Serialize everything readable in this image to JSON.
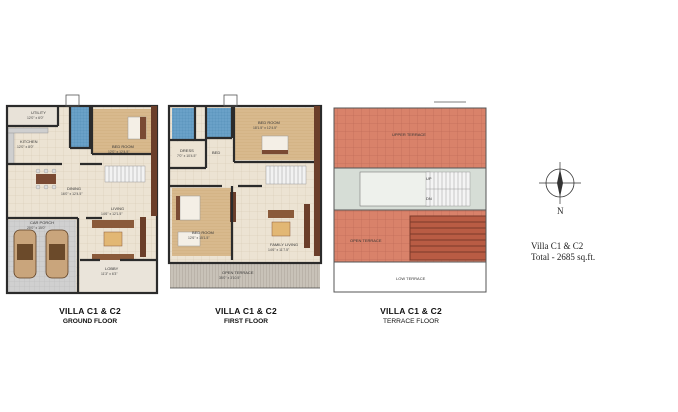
{
  "plans": {
    "ground": {
      "title": "VILLA  C1 & C2",
      "subtitle": "GROUND FLOOR",
      "rooms": {
        "utility": "UTILITY",
        "utility_dim": "12'0\" x 6'0\"",
        "kitchen": "KITCHEN",
        "kitchen_dim": "12'0\" x 8'0\"",
        "bedroom": "BED ROOM",
        "bedroom_dim": "12'0\" x 12'4.5\"",
        "dining": "DINING",
        "dining_dim": "16'0\" x 12'4.5\"",
        "living": "LIVING",
        "living_dim": "14'6\" x 12'1.5\"",
        "carporch": "CAR PORCH",
        "carporch_dim": "20'0\" x 15'0\"",
        "lobby": "LOBBY",
        "lobby_dim": "11'3\" x 6'3\""
      }
    },
    "first": {
      "title": "VILLA C1 & C2",
      "subtitle": "FIRST   FLOOR",
      "rooms": {
        "bedroom_top": "BED ROOM",
        "bedroom_top_dim": "18'1.5\" x 12'4.5\"",
        "bed": "BED",
        "dress": "DRESS",
        "dress_dim": "7'0\" x 10'4.5\"",
        "bedroom_left": "BED ROOM",
        "bedroom_left_dim": "12'6\" x 15'1.5\"",
        "family_living": "FAMILY LIVING",
        "family_living_dim": "14'6\" x 11'7.5\"",
        "open_terrace": "OPEN TERRACE",
        "open_terrace_dim": "35'0\" x 3'10.5\""
      }
    },
    "terrace": {
      "title": "VILLA C1 & C2",
      "subtitle": "TERRACE FLOOR",
      "rooms": {
        "upper_terrace": "UPPER TERRACE",
        "up": "UP",
        "dn": "DN",
        "open_terrace": "OPEN TERRACE",
        "low_terrace": "LOW TERRACE"
      }
    }
  },
  "info": {
    "line1": "Villa C1 & C2",
    "line2": "Total - 2685 sq.ft."
  },
  "compass": {
    "label": "N"
  },
  "colors": {
    "wall": "#333333",
    "floor_wood": "#d7b88c",
    "floor_tile": "#ece2d1",
    "terrace_tile": "#d9826a",
    "bath_tile": "#6da4c9",
    "dark_wood": "#6b3e2a"
  }
}
